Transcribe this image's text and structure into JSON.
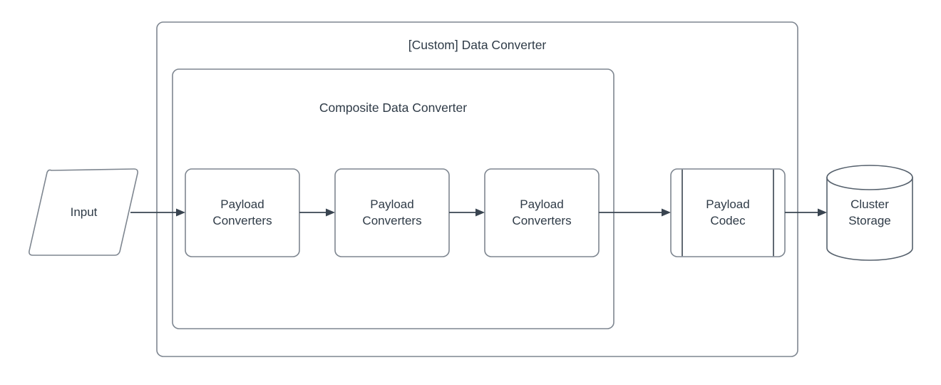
{
  "diagram": {
    "type": "flow-diagram",
    "background_color": "#ffffff",
    "stroke_color": "#7e8690",
    "text_color": "#2f3b47",
    "arrow_color": "#394450",
    "containers": [
      {
        "id": "custom-data-converter",
        "title": "[Custom] Data Converter",
        "shape": "rounded-rectangle"
      },
      {
        "id": "composite-data-converter",
        "title": "Composite Data Converter",
        "shape": "rounded-rectangle"
      }
    ],
    "nodes": [
      {
        "id": "input",
        "label": "Input",
        "shape": "parallelogram"
      },
      {
        "id": "payload-converters-1",
        "label": "Payload\nConverters",
        "shape": "rounded-rectangle"
      },
      {
        "id": "payload-converters-2",
        "label": "Payload\nConverters",
        "shape": "rounded-rectangle"
      },
      {
        "id": "payload-converters-3",
        "label": "Payload\nConverters",
        "shape": "rounded-rectangle"
      },
      {
        "id": "payload-codec",
        "label": "Payload\nCodec",
        "shape": "process"
      },
      {
        "id": "cluster-storage",
        "label": "Cluster\nStorage",
        "shape": "cylinder"
      }
    ],
    "edges": [
      {
        "from": "input",
        "to": "payload-converters-1",
        "arrow": "single"
      },
      {
        "from": "payload-converters-1",
        "to": "payload-converters-2",
        "arrow": "single"
      },
      {
        "from": "payload-converters-2",
        "to": "payload-converters-3",
        "arrow": "single"
      },
      {
        "from": "payload-converters-3",
        "to": "payload-codec",
        "arrow": "single"
      },
      {
        "from": "payload-codec",
        "to": "cluster-storage",
        "arrow": "single"
      }
    ]
  }
}
